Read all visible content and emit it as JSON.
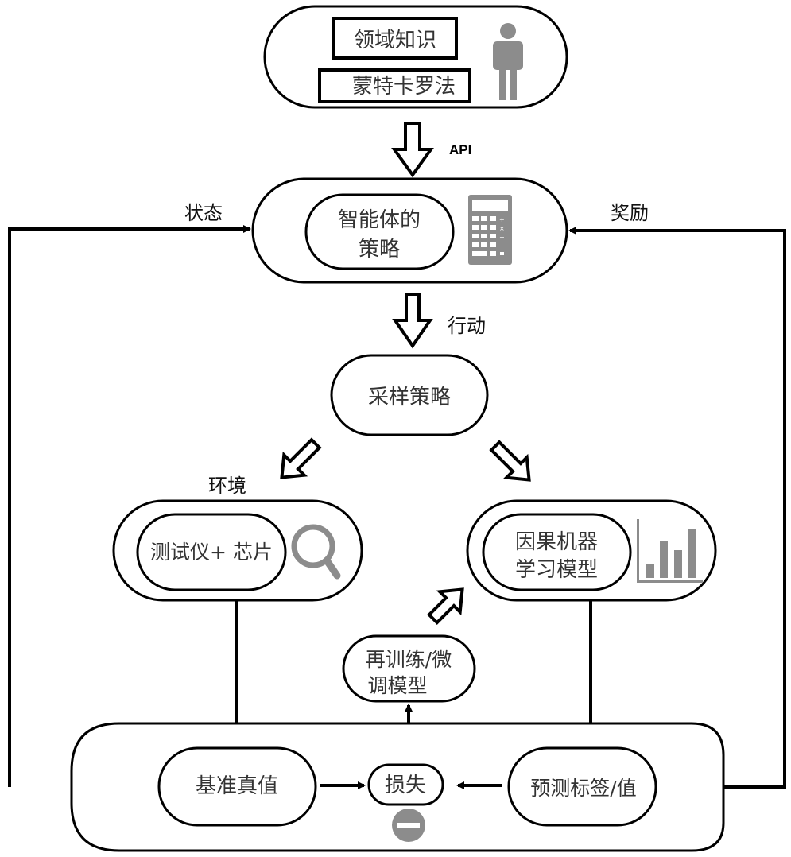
{
  "top_block": {
    "domain_knowledge": "领域知识",
    "monte_carlo": "蒙特卡罗法",
    "icon": "person-icon"
  },
  "labels": {
    "api": "API",
    "state": "状态",
    "reward": "奖励",
    "action": "行动",
    "environment": "环境"
  },
  "agent_block": {
    "policy_line1": "智能体的",
    "policy_line2": "策略",
    "icon": "calculator-icon"
  },
  "sampling": {
    "label": "采样策略"
  },
  "env_block": {
    "label": "测试仪+ 芯片",
    "icon": "magnifier-icon"
  },
  "model_block": {
    "line1": "因果机器",
    "line2": "学习模型",
    "icon": "bar-chart-icon"
  },
  "retrain": {
    "line1": "再训练/微",
    "line2": "调模型"
  },
  "bottom_block": {
    "ground_truth": "基准真值",
    "loss": "损失",
    "prediction": "预测标签/值",
    "loss_icon": "minus-circle-icon"
  },
  "colors": {
    "stroke": "#000000",
    "icon_gray": "#8c8c8c"
  }
}
